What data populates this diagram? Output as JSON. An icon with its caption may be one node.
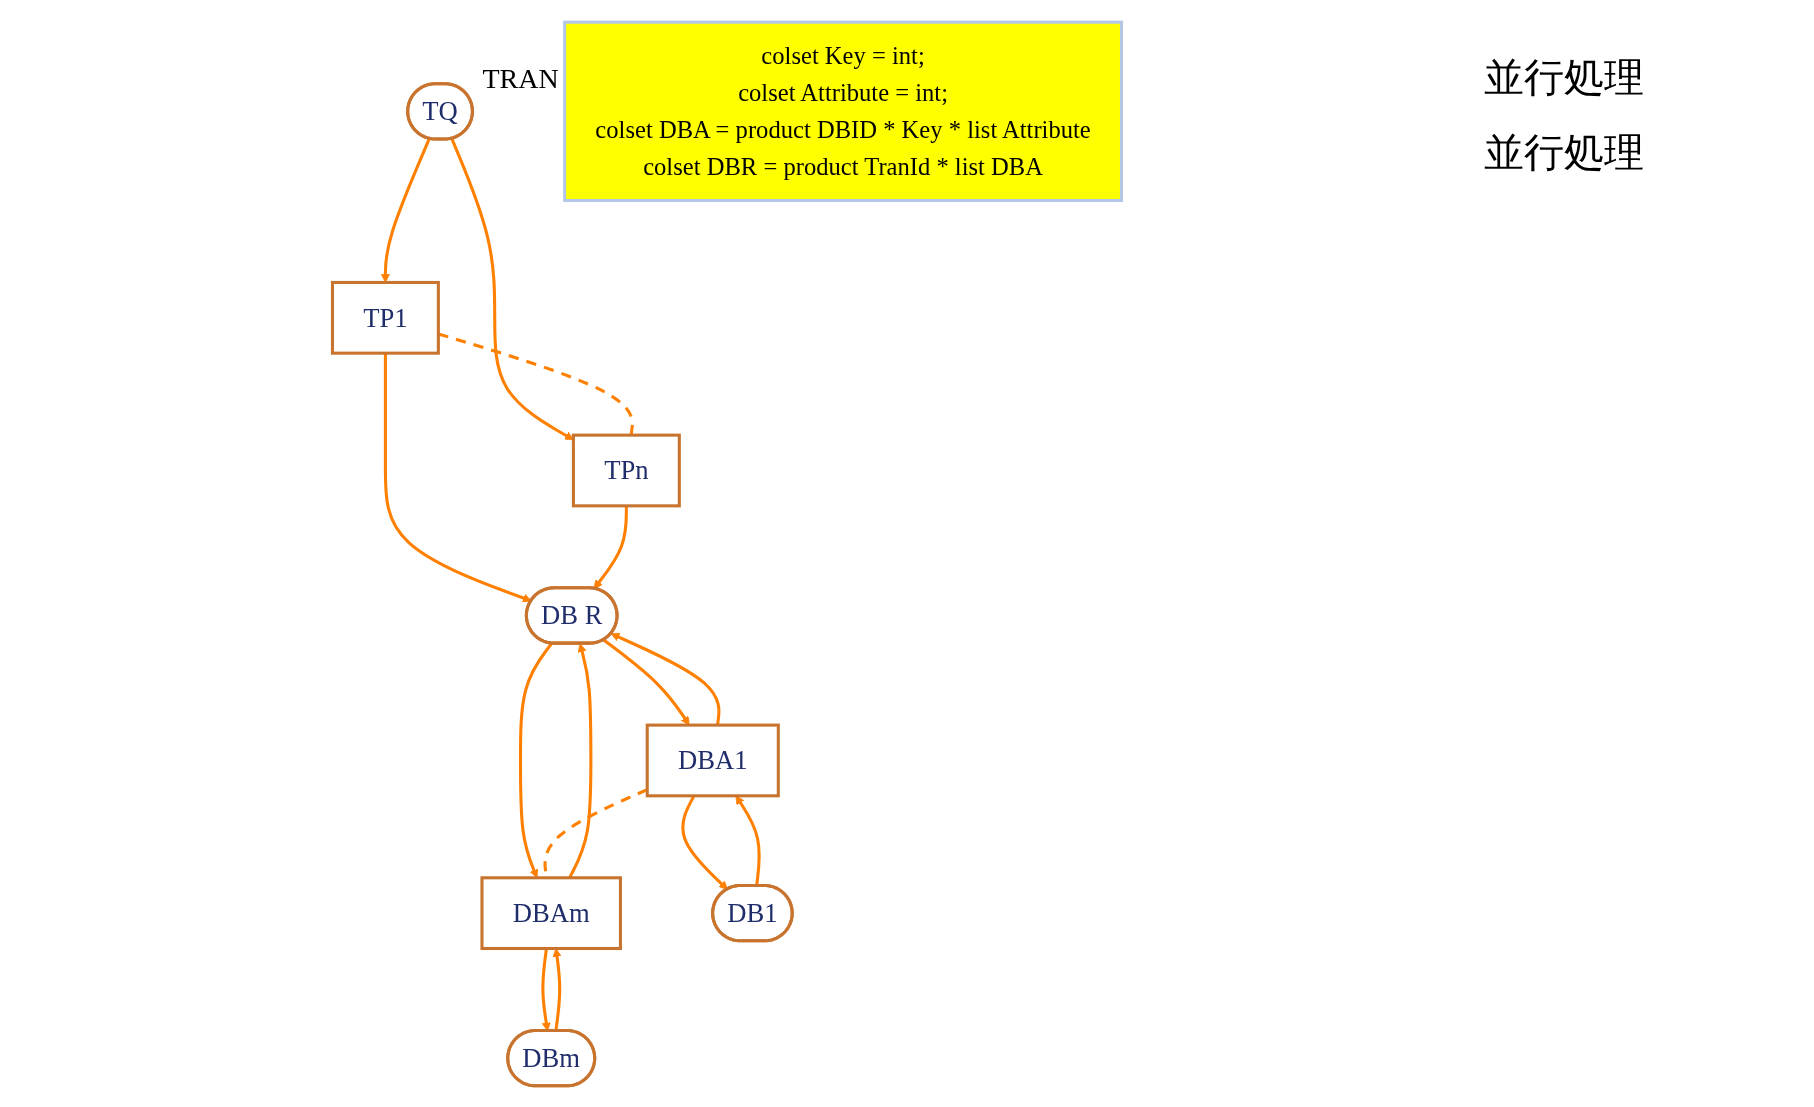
{
  "diagram": {
    "nodes": [
      {
        "text": [
          "TQ"
        ],
        "beside": [
          "TRAN"
        ]
      },
      {
        "text": [
          "TP1"
        ]
      },
      {
        "text": [
          "TPn"
        ]
      },
      {
        "text": [
          "DB R"
        ]
      },
      {
        "text": [
          "DBA1"
        ]
      },
      {
        "text": [
          "DBAm"
        ]
      },
      {
        "text": [
          "DB1"
        ]
      },
      {
        "text": [
          "DBm"
        ]
      },
      {
        "text": [
          "colset Key = int;",
          "colset Attribute = int;",
          "colset DBA = product DBID * Key * list Attribute",
          "colset DBR = product TranId * list DBA"
        ]
      }
    ],
    "edges": [
      {
        "from": 0,
        "to": 1,
        "arrow": "to"
      },
      {
        "from": 0,
        "to": 2,
        "arrow": "to"
      },
      {
        "from": 1,
        "to": 2,
        "arrow": "none",
        "style": "dashed"
      },
      {
        "from": 1,
        "to": 3,
        "arrow": "to"
      },
      {
        "from": 2,
        "to": 3,
        "arrow": "to"
      },
      {
        "from": 3,
        "to": 4,
        "arrow": "to"
      },
      {
        "from": 4,
        "to": 3,
        "arrow": "to"
      },
      {
        "from": 3,
        "to": 5,
        "arrow": "to"
      },
      {
        "from": 5,
        "to": 3,
        "arrow": "to"
      },
      {
        "from": 4,
        "to": 5,
        "arrow": "none",
        "style": "dashed"
      },
      {
        "from": 4,
        "to": 6,
        "arrow": "to"
      },
      {
        "from": 6,
        "to": 4,
        "arrow": "to"
      },
      {
        "from": 5,
        "to": 7,
        "arrow": "to"
      },
      {
        "from": 7,
        "to": 5,
        "arrow": "to"
      }
    ],
    "labels": [
      "並行処理",
      "並行処理"
    ]
  }
}
